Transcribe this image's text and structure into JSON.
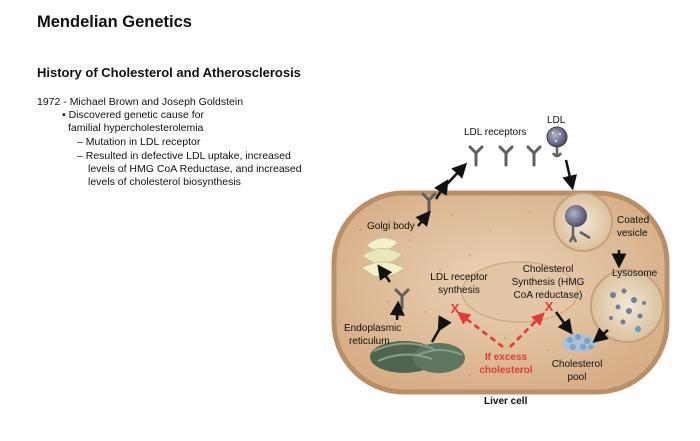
{
  "slide": {
    "title": "Mendelian Genetics",
    "subtitle": "History of Cholesterol and Atherosclerosis",
    "lines": [
      "1972 - Michael Brown and Joseph Goldstein",
      "• Discovered genetic cause for",
      "familial hypercholesterolemia",
      "– Mutation in LDL receptor",
      "– Resulted in defective LDL uptake, increased",
      "levels of HMG CoA Reductase, and increased",
      "levels of cholesterol biosynthesis"
    ]
  },
  "diagram": {
    "ldl_receptors": "LDL receptors",
    "ldl": "LDL",
    "golgi": "Golgi body",
    "coated_1": "Coated",
    "coated_2": "vesicle",
    "lysosome": "Lysosome",
    "ldlr_synth_1": "LDL receptor",
    "ldlr_synth_2": "synthesis",
    "chol_synth_1": "Cholesterol",
    "chol_synth_2": "Synthesis (HMG",
    "chol_synth_3": "CoA reductase)",
    "er_1": "Endoplasmic",
    "er_2": "reticulum",
    "excess_1": "If excess",
    "excess_2": "cholesterol",
    "pool_1": "Cholesterol",
    "pool_2": "pool",
    "x_mark": "X",
    "liver": "Liver cell",
    "colors": {
      "cell": "#d9b48e",
      "cell_border": "#b98f68",
      "inhibit": "#e53935",
      "receptor": "#5f5f5f"
    }
  }
}
